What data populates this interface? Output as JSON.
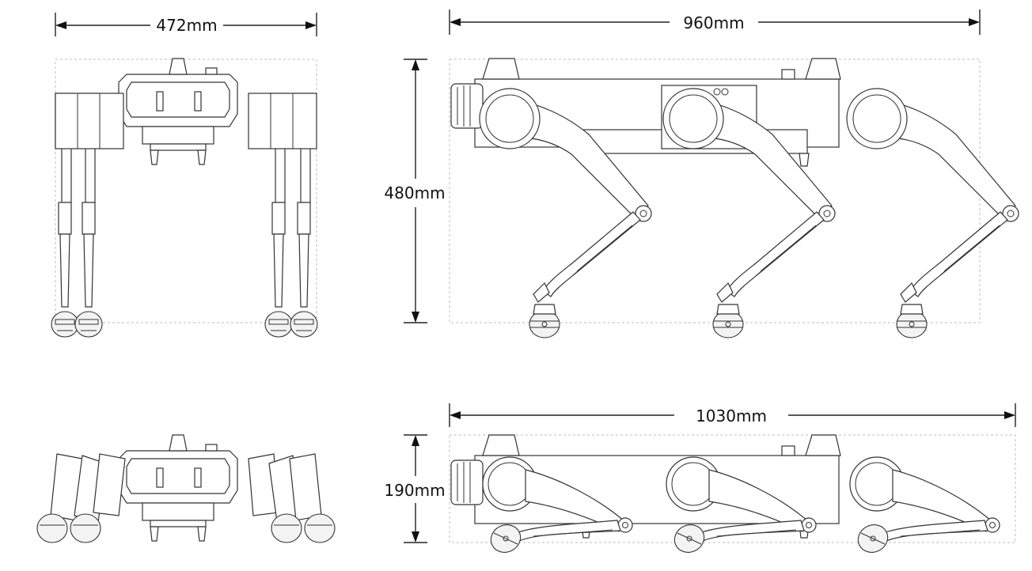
{
  "dimensions": {
    "front_width": "472mm",
    "side_length_standing": "960mm",
    "height_standing": "480mm",
    "side_length_lying": "1030mm",
    "height_lying": "190mm"
  }
}
